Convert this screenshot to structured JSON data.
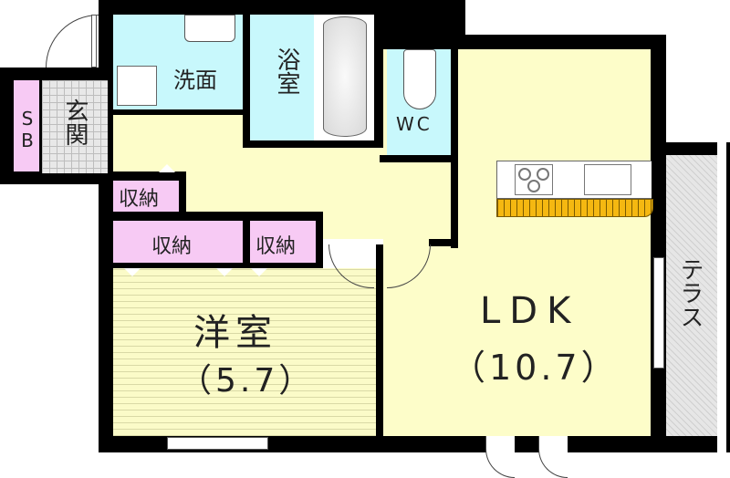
{
  "floorplan": {
    "rooms": {
      "entrance": {
        "label": "玄関"
      },
      "shoe_box": {
        "label": "SB"
      },
      "washroom": {
        "label": "洗面"
      },
      "bathroom": {
        "label": "浴室"
      },
      "toilet": {
        "label": "WC"
      },
      "storage_1": {
        "label": "収納"
      },
      "storage_2": {
        "label": "収納"
      },
      "storage_3": {
        "label": "収納"
      },
      "western_room": {
        "label": "洋室",
        "size": "（5.7）"
      },
      "ldk": {
        "label": "LDK",
        "size": "（10.7）"
      },
      "terrace": {
        "label": "テラス"
      }
    },
    "colors": {
      "wall": "#000000",
      "living_floor": "#fdfdc9",
      "wet_area": "#c8f8fc",
      "storage": "#f7caf4",
      "kitchen_counter": "#f5b811",
      "terrace": "#e6e6e6",
      "entrance_tile": "#e8e8e8"
    }
  }
}
